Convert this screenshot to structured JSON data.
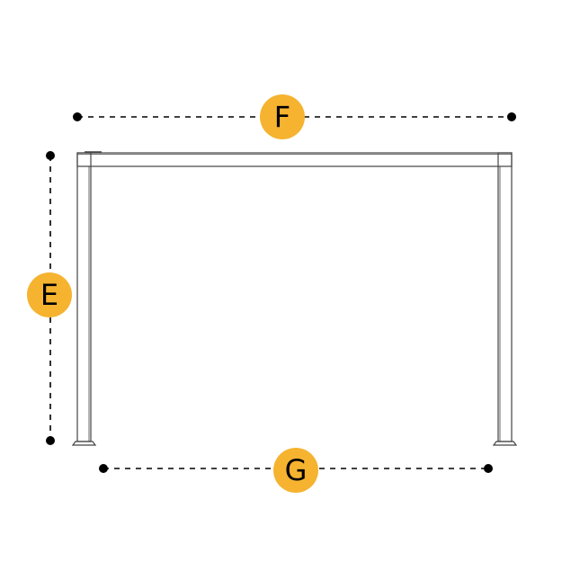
{
  "colors": {
    "badge_fill": "#F5B330",
    "line": "#000000",
    "frame_stroke": "#444444"
  },
  "dimensions": [
    {
      "id": "F",
      "label": "F"
    },
    {
      "id": "E",
      "label": "E"
    },
    {
      "id": "G",
      "label": "G"
    }
  ]
}
